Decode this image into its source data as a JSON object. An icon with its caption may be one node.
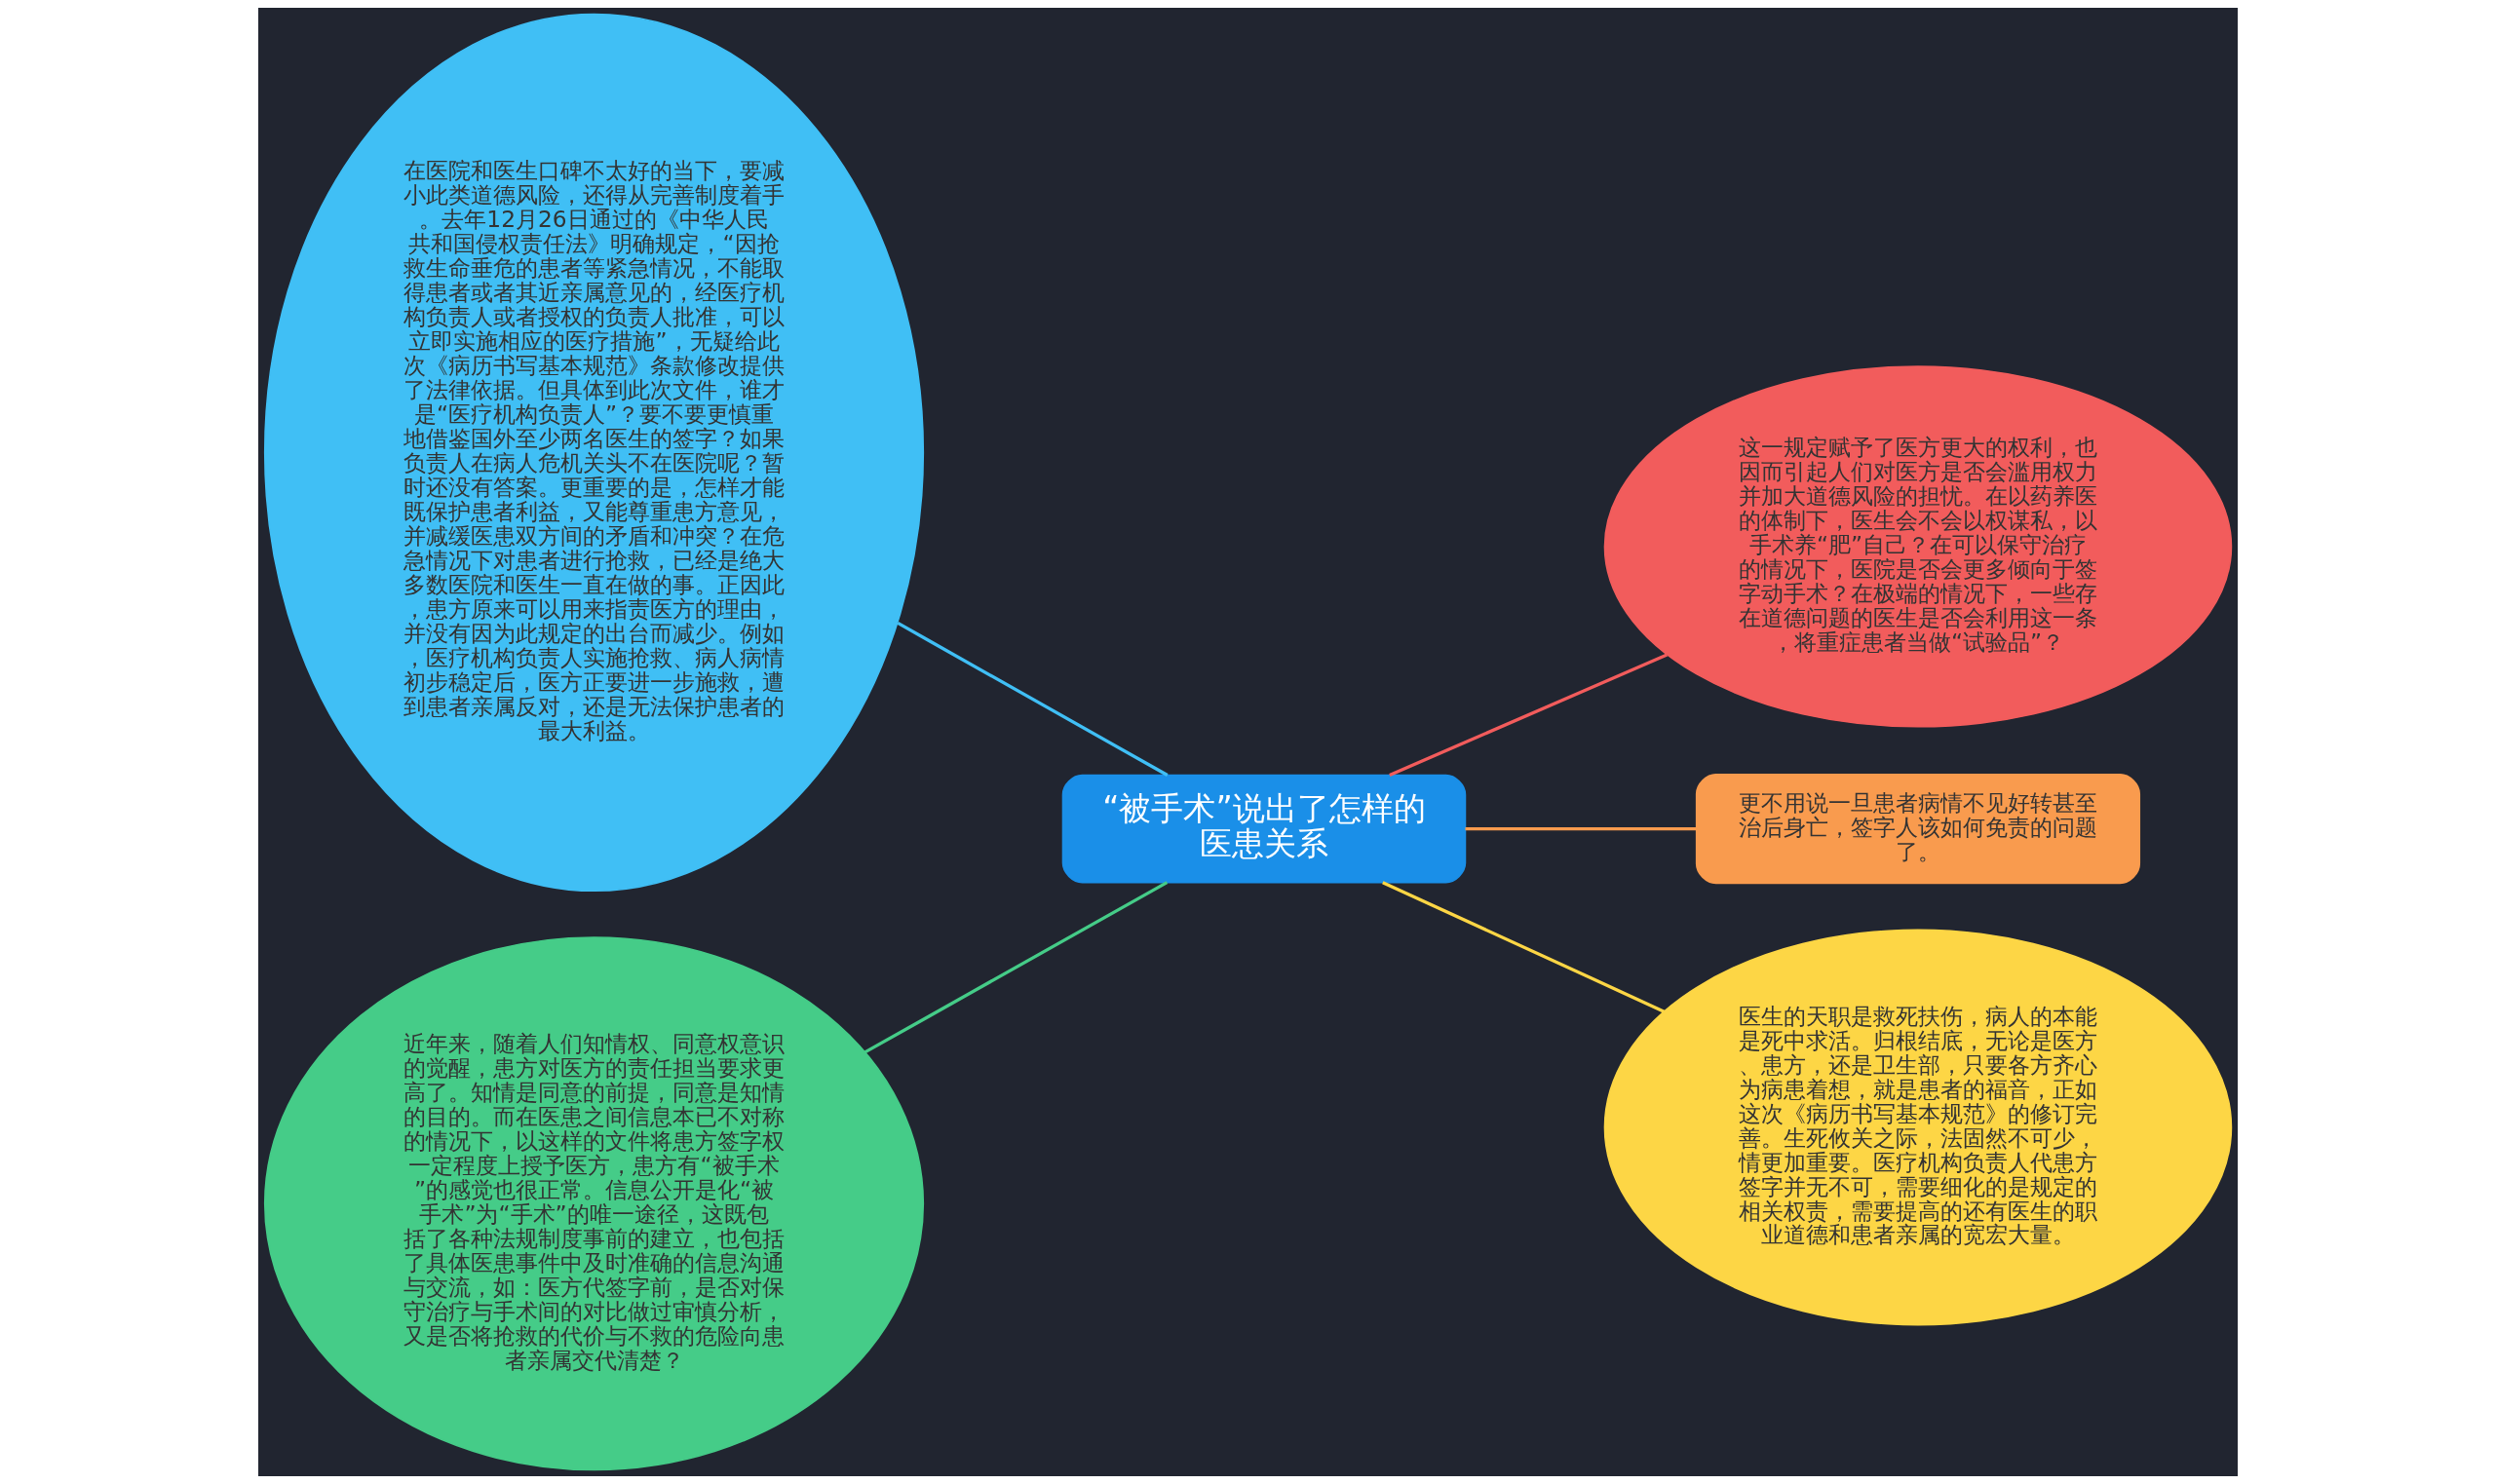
{
  "diagram": {
    "nodes": [
      {
        "text": [
          "“被手术”说出了怎样的医患关系"
        ]
      },
      {
        "text": [
          "在医院和医生口碑不太好的当下，要减小此类道德风险，还得从完善制度着手。去年12月26日通过的《中华人民共和国侵权责任法》明确规定，“因抢救生命垂危的患者等紧急情况，不能取得患者或者其近亲属意见的，经医疗机构负责人或者授权的负责人批准，可以立即实施相应的医疗措施”，无疑给此次《病历书写基本规范》条款修改提供了法律依据。但具体到此次文件，谁才是“医疗机构负责人”？要不要更慎重地借鉴国外至少两名医生的签字？如果负责人在病人危机关头不在医院呢？暂时还没有答案。更重要的是，怎样才能既保护患者利益，又能尊重患方意见，并减缓医患双方间的矛盾和冲突？在危急情况下对患者进行抢救，已经是绝大多数医院和医生一直在做的事。正因此，患方原来可以用来指责医方的理由，并没有因为此规定的出台而减少。例如，医疗机构负责人实施抢救、病人病情初步稳定后，医方正要进一步施救，遭到患者亲属反对，还是无法保护患者的最大利益。"
        ]
      },
      {
        "text": [
          "这一规定赋予了医方更大的权利，也因而引起人们对医方是否会滥用权力并加大道德风险的担忧。在以药养医的体制下，医生会不会以权谋私，以手术养“肥”自己？在可以保守治疗的情况下，医院是否会更多倾向于签字动手术？在极端的情况下，一些存在道德问题的医生是否会利用这一条，将重症患者当做“试验品”？"
        ]
      },
      {
        "text": [
          "更不用说一旦患者病情不见好转甚至治后身亡，签字人该如何免责的问题了。"
        ]
      },
      {
        "text": [
          "医生的天职是救死扶伤，病人的本能是死中求活。归根结底，无论是医方、患方，还是卫生部，只要各方齐心为病患着想，就是患者的福音，正如这次《病历书写基本规范》的修订完善。生死攸关之际，法固然不可少，情更加重要。医疗机构负责人代患方签字并无不可，需要细化的是规定的相关权责，需要提高的还有医生的职业道德和患者亲属的宽宏大量。"
        ]
      },
      {
        "text": [
          "近年来，随着人们知情权、同意权意识的觉醒，患方对医方的责任担当要求更高了。知情是同意的前提，同意是知情的目的。而在医患之间信息本已不对称的情况下，以这样的文件将患方签字权一定程度上授予医方，患方有“被手术”的感觉也很正常。信息公开是化“被手术”为“手术”的唯一途径，这既包括了各种法规制度事前的建立，也包括了具体医患事件中及时准确的信息沟通与交流，如：医方代签字前，是否对保守治疗与手术间的对比做过审慎分析，又是否将抢救的代价与不救的危险向患者亲属交代清楚？"
        ]
      }
    ],
    "edges": [
      {
        "from": 0,
        "to": 1,
        "arrow": "none",
        "color": "#40bff5"
      },
      {
        "from": 0,
        "to": 2,
        "arrow": "none",
        "color": "#f25c5c"
      },
      {
        "from": 0,
        "to": 3,
        "arrow": "none",
        "color": "#f99b4e"
      },
      {
        "from": 0,
        "to": 4,
        "arrow": "none",
        "color": "#fdd645"
      },
      {
        "from": 0,
        "to": 5,
        "arrow": "none",
        "color": "#45cc88"
      }
    ]
  }
}
